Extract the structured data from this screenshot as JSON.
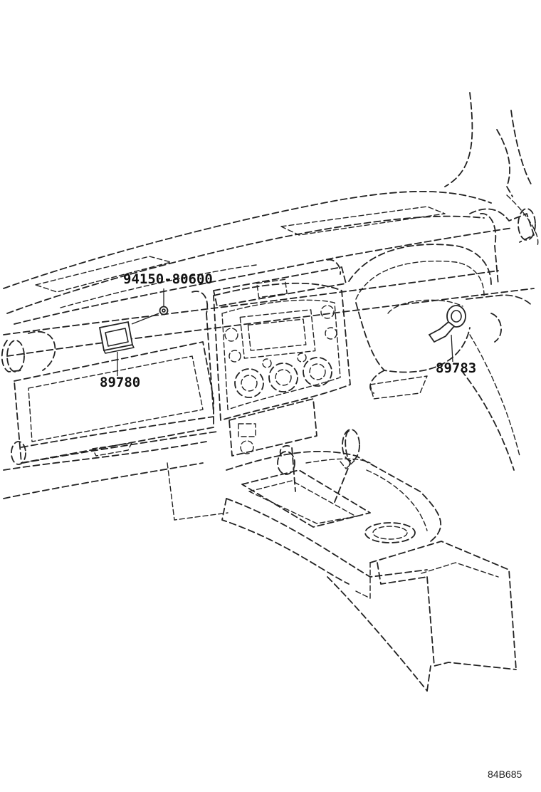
{
  "parts": [
    {
      "id": "p1",
      "number": "94150-80600"
    },
    {
      "id": "p2",
      "number": "89780"
    },
    {
      "id": "p3",
      "number": "89783"
    }
  ],
  "diagram_code": "84B685"
}
